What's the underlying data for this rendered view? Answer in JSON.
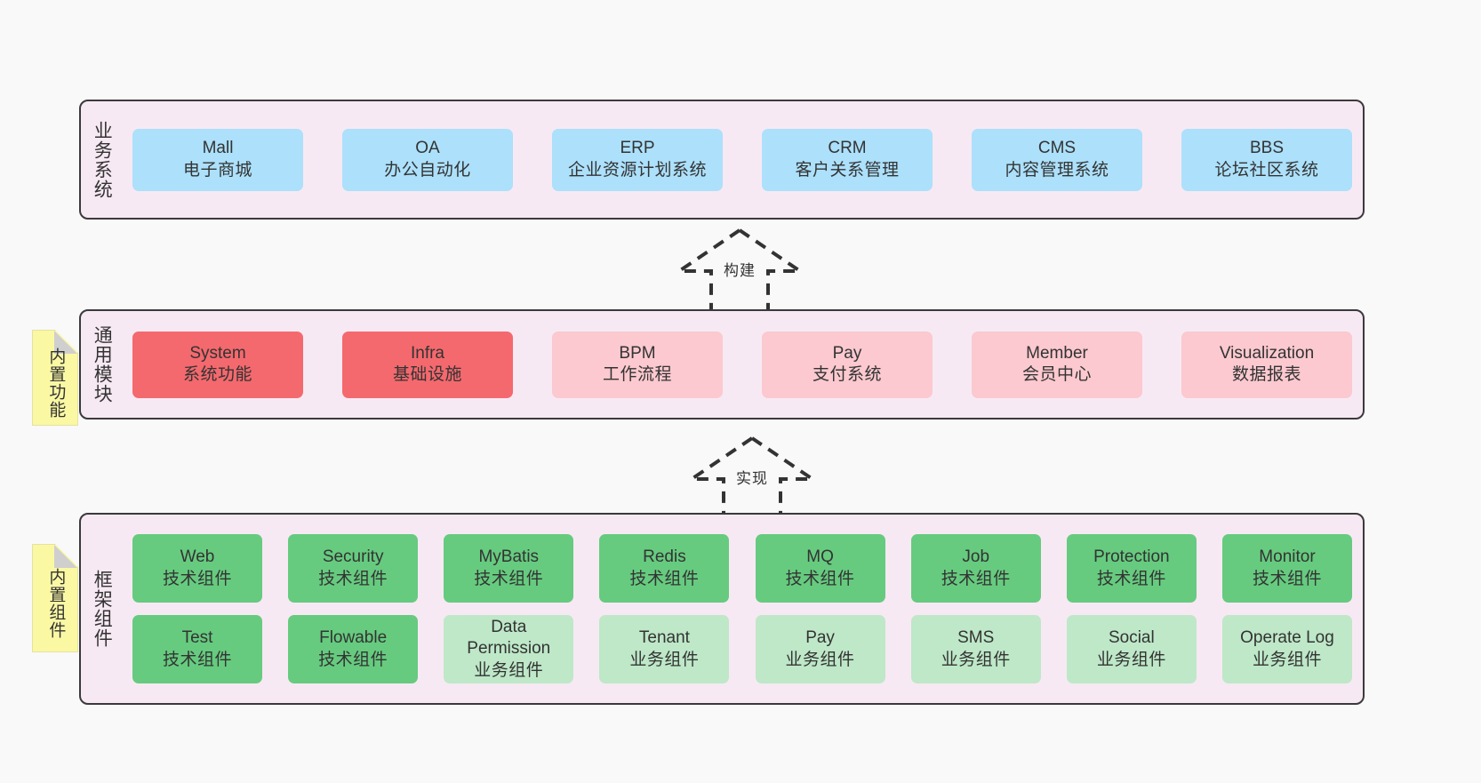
{
  "layers": [
    {
      "id": "business",
      "title": "业务系统",
      "rows": [
        {
          "style": "blue",
          "cards": [
            {
              "en": "Mall",
              "cn": "电子商城"
            },
            {
              "en": "OA",
              "cn": "办公自动化"
            },
            {
              "en": "ERP",
              "cn": "企业资源计划系统"
            },
            {
              "en": "CRM",
              "cn": "客户关系管理"
            },
            {
              "en": "CMS",
              "cn": "内容管理系统"
            },
            {
              "en": "BBS",
              "cn": "论坛社区系统"
            }
          ]
        }
      ]
    },
    {
      "id": "modules",
      "title": "通用模块",
      "rows": [
        {
          "cards": [
            {
              "en": "System",
              "cn": "系统功能",
              "style": "red-strong"
            },
            {
              "en": "Infra",
              "cn": "基础设施",
              "style": "red-strong"
            },
            {
              "en": "BPM",
              "cn": "工作流程",
              "style": "red-light"
            },
            {
              "en": "Pay",
              "cn": "支付系统",
              "style": "red-light"
            },
            {
              "en": "Member",
              "cn": "会员中心",
              "style": "red-light"
            },
            {
              "en": "Visualization",
              "cn": "数据报表",
              "style": "red-light"
            }
          ]
        }
      ]
    },
    {
      "id": "framework",
      "title": "框架组件",
      "rows": [
        {
          "style": "green-tech",
          "cards": [
            {
              "en": "Web",
              "cn": "技术组件"
            },
            {
              "en": "Security",
              "cn": "技术组件"
            },
            {
              "en": "MyBatis",
              "cn": "技术组件"
            },
            {
              "en": "Redis",
              "cn": "技术组件"
            },
            {
              "en": "MQ",
              "cn": "技术组件"
            },
            {
              "en": "Job",
              "cn": "技术组件"
            },
            {
              "en": "Protection",
              "cn": "技术组件"
            },
            {
              "en": "Monitor",
              "cn": "技术组件"
            }
          ]
        },
        {
          "cards": [
            {
              "en": "Test",
              "cn": "技术组件",
              "style": "green-tech"
            },
            {
              "en": "Flowable",
              "cn": "技术组件",
              "style": "green-tech"
            },
            {
              "en": "Data Permission",
              "cn": "业务组件",
              "style": "green-biz",
              "wrap": true
            },
            {
              "en": "Tenant",
              "cn": "业务组件",
              "style": "green-biz"
            },
            {
              "en": "Pay",
              "cn": "业务组件",
              "style": "green-biz"
            },
            {
              "en": "SMS",
              "cn": "业务组件",
              "style": "green-biz"
            },
            {
              "en": "Social",
              "cn": "业务组件",
              "style": "green-biz"
            },
            {
              "en": "Operate Log",
              "cn": "业务组件",
              "style": "green-biz"
            }
          ]
        }
      ]
    }
  ],
  "notes": [
    {
      "id": "functions",
      "label": "内置功能"
    },
    {
      "id": "components",
      "label": "内置组件"
    }
  ],
  "connectors": [
    {
      "id": "build",
      "label": "构建"
    },
    {
      "id": "impl",
      "label": "实现"
    }
  ],
  "colors": {
    "canvas_background": "#f9f9f9",
    "layer_background": "#f7e9f3",
    "layer_border": "#3a3a3a",
    "business_card": "#ace0fb",
    "module_primary_card": "#f4696e",
    "module_secondary_card": "#fbc9cf",
    "tech_component_card": "#66cb7f",
    "business_component_card": "#bee8c8",
    "note_background": "#fbf8a4",
    "note_fold": "#cfcfcf",
    "text": "#333333"
  }
}
